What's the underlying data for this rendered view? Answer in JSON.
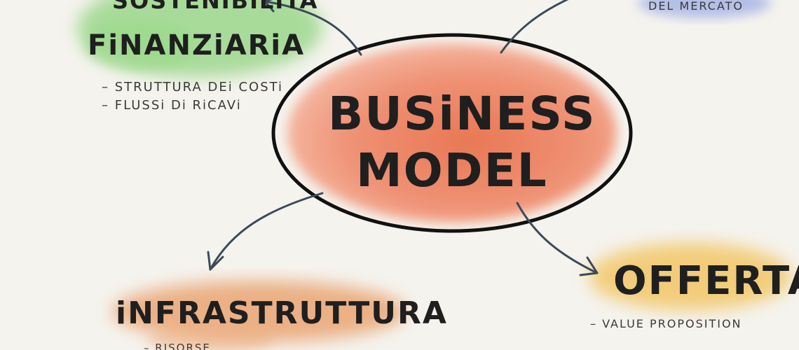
{
  "center": {
    "line1": "BUSiNESS",
    "line2": "MODEL"
  },
  "nodes": {
    "top_left": {
      "title_partial": "SOSTENIBILITÀ",
      "title": "FiNANZiARiA",
      "bullets": [
        "STRUTTURA DEi COSTi",
        "FLUSSi Di RiCAVi"
      ]
    },
    "top_right": {
      "partial_text": "DEL MERCATO"
    },
    "bottom_left": {
      "title": "iNFRASTRUTTURA",
      "partial_text": "RISORSE"
    },
    "bottom_right": {
      "title": "OFFERTA",
      "bullets": [
        "VALUE PROPOSITION"
      ]
    }
  },
  "colors": {
    "background": "#f5f3ee",
    "center_fill": "#e8795a",
    "green_wash": "#8fd37e",
    "blue_wash": "#a9b6e6",
    "orange_wash": "#e89a62",
    "yellow_wash": "#f2c25a",
    "ink": "#1f1f1f",
    "arrow": "#3c4a57"
  }
}
